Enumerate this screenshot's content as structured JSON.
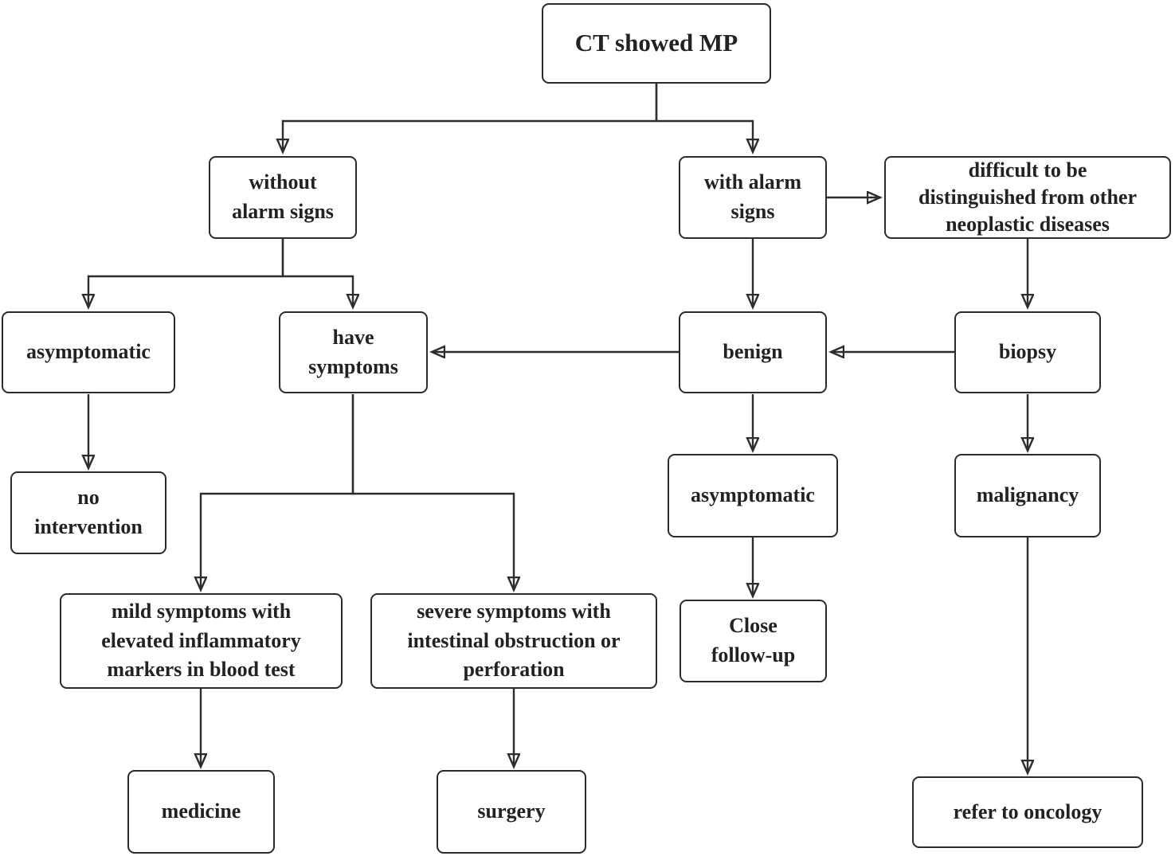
{
  "figure": {
    "type": "flowchart",
    "background": "#ffffff"
  },
  "colors": {
    "line": "#2d2d2d",
    "box_border": "#2b2b2b",
    "box_fill": "#ffffff",
    "text": "#222222"
  },
  "nodes": {
    "ct": {
      "label": "CT showed MP"
    },
    "without_alarm": {
      "label": "without\nalarm signs"
    },
    "with_alarm": {
      "label": "with alarm\nsigns"
    },
    "difficult": {
      "label": "difficult to be\ndistinguished from other\nneoplastic diseases"
    },
    "asymptomatic_left": {
      "label": "asymptomatic"
    },
    "have_symptoms": {
      "label": "have\nsymptoms"
    },
    "benign": {
      "label": "benign"
    },
    "biopsy": {
      "label": "biopsy"
    },
    "no_intervention": {
      "label": "no\nintervention"
    },
    "asymptomatic_right": {
      "label": "asymptomatic"
    },
    "malignancy": {
      "label": "malignancy"
    },
    "mild_symptoms": {
      "label": "mild symptoms with\nelevated inflammatory\nmarkers in blood test"
    },
    "severe_symptoms": {
      "label": "severe symptoms with\nintestinal obstruction or\nperforation"
    },
    "close_follow_up": {
      "label": "Close\nfollow-up"
    },
    "medicine": {
      "label": "medicine"
    },
    "surgery": {
      "label": "surgery"
    },
    "refer_oncology": {
      "label": "refer to oncology"
    }
  },
  "edges": [
    {
      "from": "ct",
      "to": "without_alarm"
    },
    {
      "from": "ct",
      "to": "with_alarm"
    },
    {
      "from": "with_alarm",
      "to": "difficult"
    },
    {
      "from": "without_alarm",
      "to": "asymptomatic_left"
    },
    {
      "from": "without_alarm",
      "to": "have_symptoms"
    },
    {
      "from": "with_alarm",
      "to": "benign"
    },
    {
      "from": "difficult",
      "to": "biopsy"
    },
    {
      "from": "benign",
      "to": "have_symptoms"
    },
    {
      "from": "biopsy",
      "to": "benign"
    },
    {
      "from": "asymptomatic_left",
      "to": "no_intervention"
    },
    {
      "from": "have_symptoms",
      "to": "mild_symptoms"
    },
    {
      "from": "have_symptoms",
      "to": "severe_symptoms"
    },
    {
      "from": "benign",
      "to": "asymptomatic_right"
    },
    {
      "from": "asymptomatic_right",
      "to": "close_follow_up"
    },
    {
      "from": "biopsy",
      "to": "malignancy"
    },
    {
      "from": "malignancy",
      "to": "refer_oncology"
    },
    {
      "from": "mild_symptoms",
      "to": "medicine"
    },
    {
      "from": "severe_symptoms",
      "to": "surgery"
    }
  ]
}
